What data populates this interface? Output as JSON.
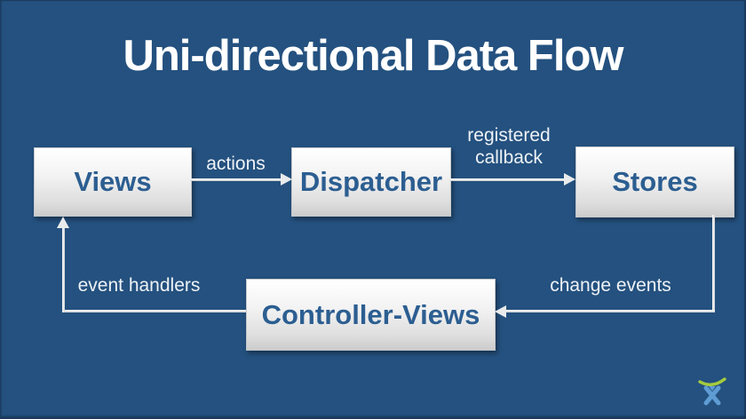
{
  "slide": {
    "title": "Uni-directional Data Flow",
    "background_color": "#24517F",
    "title_color": "#FFFFFF"
  },
  "nodes": {
    "text_color": "#2C5E91",
    "views": {
      "label": "Views"
    },
    "dispatcher": {
      "label": "Dispatcher"
    },
    "stores": {
      "label": "Stores"
    },
    "controller_views": {
      "label": "Controller-Views"
    }
  },
  "edges": {
    "arrow_color": "#E9EBEC",
    "views_to_dispatcher": {
      "from": "Views",
      "to": "Dispatcher",
      "label": "actions"
    },
    "dispatcher_to_stores": {
      "from": "Dispatcher",
      "to": "Stores",
      "label": "registered callback"
    },
    "stores_to_controller_views": {
      "from": "Stores",
      "to": "Controller-Views",
      "label": "change events"
    },
    "controller_views_to_views": {
      "from": "Controller-Views",
      "to": "Views",
      "label": "event handlers"
    }
  },
  "logo": {
    "name": "atlassian-logo",
    "arc_color": "#A6CB3C",
    "figure_color": "#5E9CD3"
  }
}
